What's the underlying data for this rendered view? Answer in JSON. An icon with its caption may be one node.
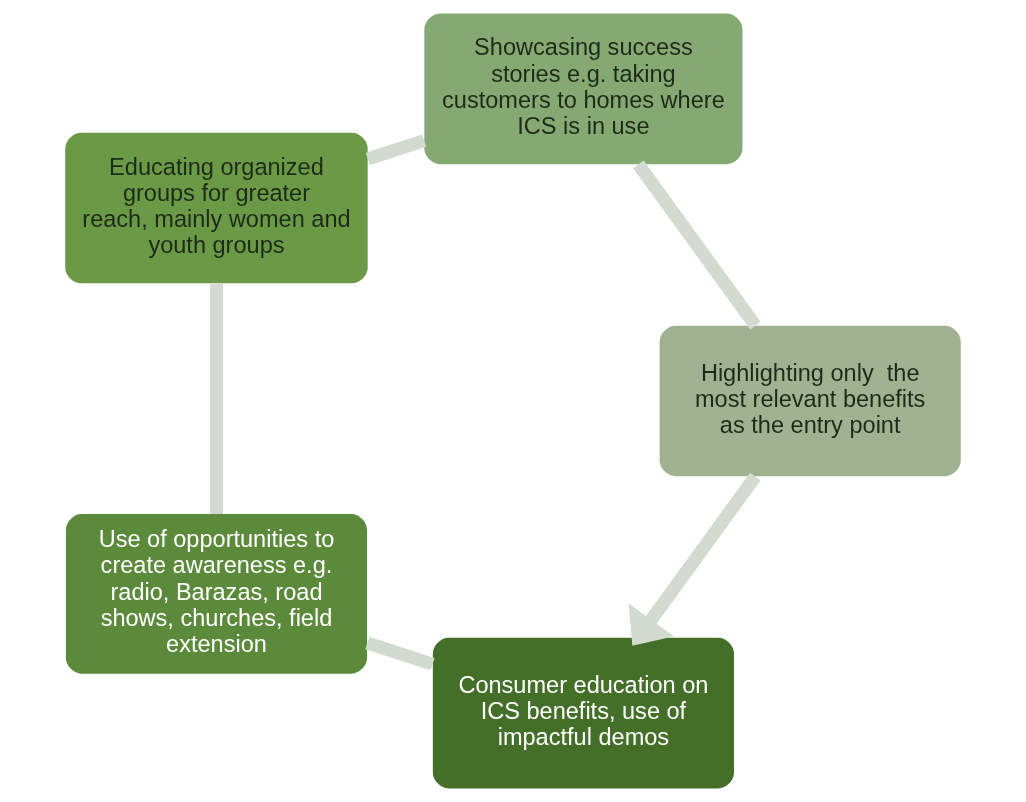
{
  "diagram": {
    "nodes": [
      {
        "text": [
          "Consumer education on ICS benefits, use of impactful demos"
        ]
      },
      {
        "text": [
          "Use of opportunities to create awareness e.g. radio, Barazas, road shows, churches, field extension"
        ]
      },
      {
        "text": [
          "Educating organized groups for greater reach, mainly women and youth groups"
        ]
      },
      {
        "text": [
          "Showcasing success stories e.g. taking customers to homes where ICS is in use"
        ]
      },
      {
        "text": [
          "Highlighting only  the most relevant benefits as the entry point"
        ]
      }
    ],
    "edges": [
      {
        "from": 0,
        "to": 1,
        "arrow": "none"
      },
      {
        "from": 1,
        "to": 2,
        "arrow": "none"
      },
      {
        "from": 2,
        "to": 3,
        "arrow": "none"
      },
      {
        "from": 3,
        "to": 4,
        "arrow": "none"
      },
      {
        "from": 4,
        "to": 0,
        "arrow": "to"
      }
    ]
  }
}
